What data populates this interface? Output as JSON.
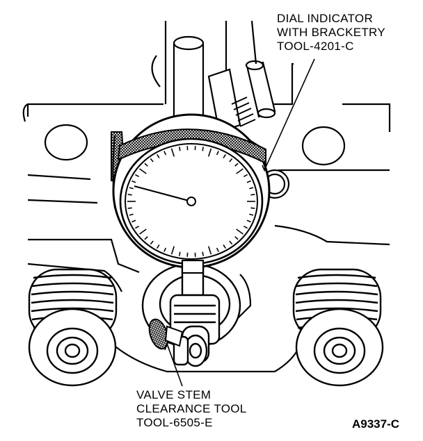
{
  "callouts": {
    "dial_indicator": [
      "DIAL INDICATOR",
      "WITH BRACKETRY",
      "TOOL-4201-C"
    ],
    "valve_stem_tool": [
      "VALVE STEM",
      "CLEARANCE TOOL",
      "TOOL-6505-E"
    ]
  },
  "figure_id": "A9337-C",
  "colors": {
    "ink": "#000000",
    "paper": "#ffffff"
  }
}
